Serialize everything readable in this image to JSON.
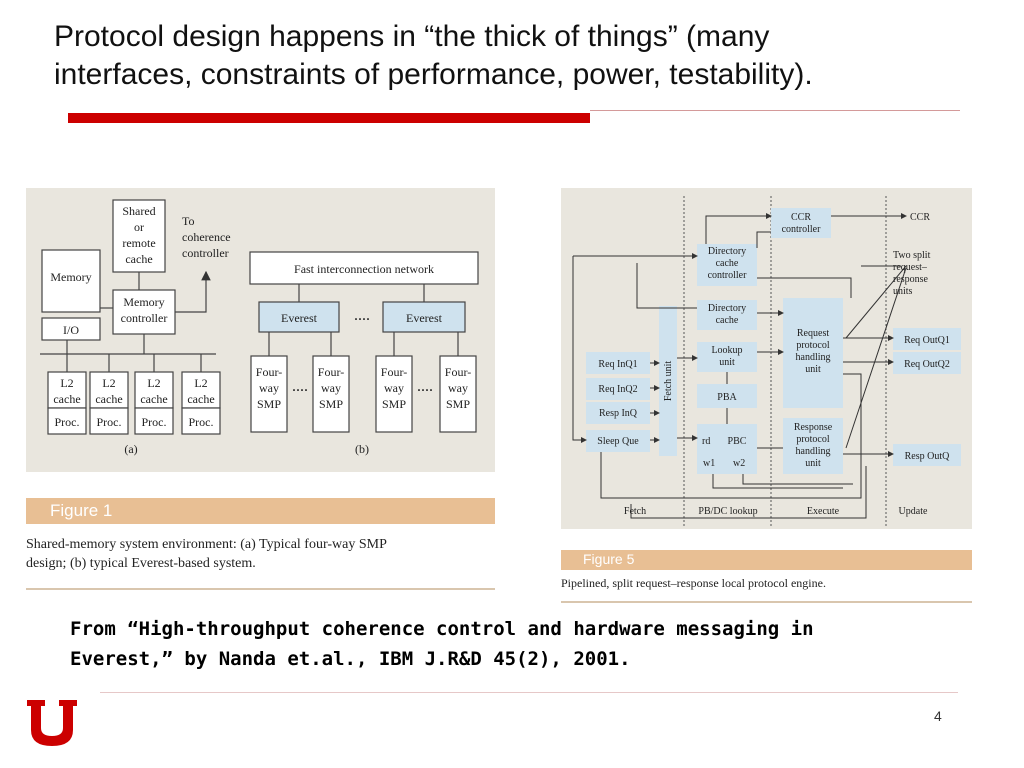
{
  "slide": {
    "title_line1": "Protocol design happens in “the thick of things” (many",
    "title_line2": "interfaces, constraints of performance, power, testability).",
    "page_number": "4",
    "accent_color": "#cc0000"
  },
  "figure1": {
    "header": "Figure 1",
    "caption_line1": "Shared-memory system environment: (a) Typical four-way SMP",
    "caption_line2": "design; (b) typical Everest-based system.",
    "labels": {
      "shared1": "Shared",
      "shared2": "or",
      "shared3": "remote",
      "shared4": "cache",
      "to1": "To",
      "to2": "coherence",
      "to3": "controller",
      "memory": "Memory",
      "memctl1": "Memory",
      "memctl2": "controller",
      "io": "I/O",
      "l2": "L2",
      "cache": "cache",
      "proc": "Proc.",
      "panel_a": "(a)",
      "panel_b": "(b)",
      "network": "Fast interconnection network",
      "everest": "Everest",
      "ellipsis": "····",
      "four": "Four-",
      "way": "way",
      "smp": "SMP"
    }
  },
  "figure5": {
    "header": "Figure 5",
    "caption": "Pipelined, split request–response local protocol engine.",
    "labels": {
      "ccr_ctl1": "CCR",
      "ccr_ctl2": "controller",
      "ccr": "CCR",
      "dir_ctl1": "Directory",
      "dir_ctl2": "cache",
      "dir_ctl3": "controller",
      "dir1": "Directory",
      "dir2": "cache",
      "lookup1": "Lookup",
      "lookup2": "unit",
      "pba": "PBA",
      "rd": "rd",
      "pbc": "PBC",
      "w1": "w1",
      "w2": "w2",
      "fetch_unit": "Fetch unit",
      "req1": "Request",
      "req2": "protocol",
      "req3": "handling",
      "req4": "unit",
      "resp1": "Response",
      "resp2": "protocol",
      "resp3": "handling",
      "resp4": "unit",
      "two1": "Two split",
      "two2": "request–",
      "two3": "response",
      "two4": "units",
      "req_inq1": "Req InQ1",
      "req_inq2": "Req InQ2",
      "resp_inq": "Resp InQ",
      "sleep_que": "Sleep Que",
      "req_outq1": "Req OutQ1",
      "req_outq2": "Req OutQ2",
      "resp_outq": "Resp OutQ",
      "stage_fetch": "Fetch",
      "stage_pbdc": "PB/DC lookup",
      "stage_exec": "Execute",
      "stage_update": "Update"
    }
  },
  "citation": {
    "line1": "From “High-throughput coherence control and hardware messaging in",
    "line2": "Everest,” by Nanda et.al., IBM J.R&D 45(2), 2001."
  }
}
